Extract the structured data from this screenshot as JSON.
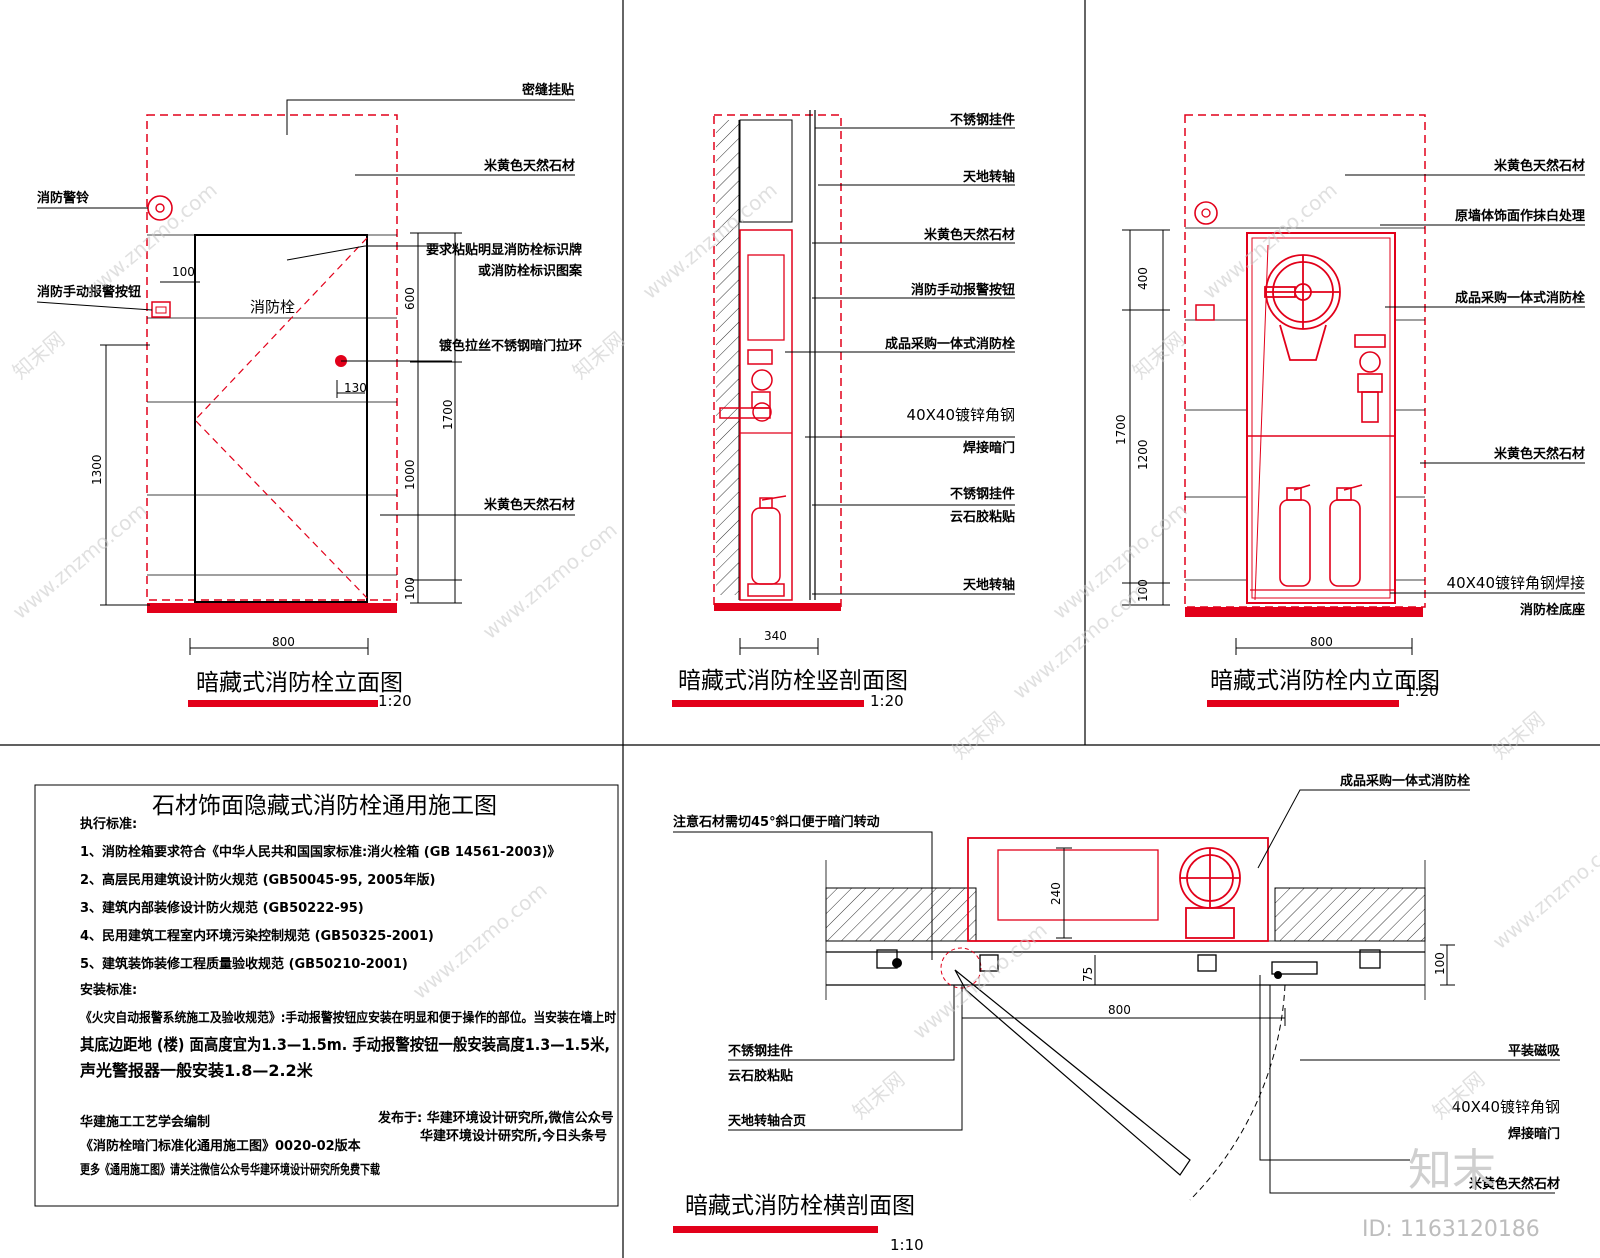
{
  "colors": {
    "accent": "#e2001a",
    "line": "#000000",
    "watermark": "#c8c8c8"
  },
  "elevation": {
    "title": "暗藏式消防栓立面图",
    "scale": "1:20",
    "labels": {
      "gap": "密缝挂贴",
      "stone": "米黄色天然石材",
      "alarm_bell": "消防警铃",
      "manual_button": "消防手动报警按钮",
      "sign_req_1": "要求粘贴明显消防栓标识牌",
      "sign_req_2": "或消防栓标识图案",
      "center": "消防栓",
      "pull_ring": "镀色拉丝不锈钢暗门拉环",
      "stone_bottom": "米黄色天然石材"
    },
    "dims": {
      "d100": "100",
      "d600": "600",
      "d130": "130",
      "d1700": "1700",
      "d1300": "1300",
      "d1000": "1000",
      "d100b": "100",
      "d800": "800"
    }
  },
  "vsection": {
    "title": "暗藏式消防栓竖剖面图",
    "scale": "1:20",
    "labels": {
      "l1": "不锈钢挂件",
      "l2": "天地转轴",
      "l3": "米黄色天然石材",
      "l4": "消防手动报警按钮",
      "l5": "成品采购一体式消防栓",
      "l6a": "40X40镀锌角钢",
      "l6b": "焊接暗门",
      "l7a": "不锈钢挂件",
      "l7b": "云石胶粘贴",
      "l8": "天地转轴"
    },
    "dims": {
      "d340": "340"
    }
  },
  "inner": {
    "title": "暗藏式消防栓内立面图",
    "scale": "1:20",
    "labels": {
      "l1": "米黄色天然石材",
      "l2": "原墙体饰面作抹白处理",
      "l3": "成品采购一体式消防栓",
      "l4": "米黄色天然石材",
      "l5a": "40X40镀锌角钢焊接",
      "l5b": "消防栓底座"
    },
    "dims": {
      "d400": "400",
      "d1700": "1700",
      "d1200": "1200",
      "d100": "100",
      "d800": "800"
    }
  },
  "notes": {
    "title": "石材饰面隐藏式消防栓通用施工图",
    "exec_head": "执行标准:",
    "items": [
      "1、消防栓箱要求符合《中华人民共和国国家标准:消火栓箱 (GB 14561-2003)》",
      "2、高层民用建筑设计防火规范 (GB50045-95, 2005年版)",
      "3、建筑内部装修设计防火规范 (GB50222-95)",
      "4、民用建筑工程室内环境污染控制规范 (GB50325-2001)",
      "5、建筑装饰装修工程质量验收规范 (GB50210-2001)"
    ],
    "install_head": "安装标准:",
    "install_1": "《火灾自动报警系统施工及验收规范》:手动报警按钮应安装在明显和便于操作的部位。当安装在墙上时",
    "install_2": "其底边距地 (楼) 面高度宜为1.3—1.5m. 手动报警按钮一般安装高度1.3—1.5米,",
    "install_3": "声光警报器一般安装1.8—2.2米",
    "footer_1": "华建施工工艺学会编制",
    "footer_2": "《消防栓暗门标准化通用施工图》0020-02版本",
    "footer_3": "更多《通用施工图》请关注微信公众号华建环境设计研究所免费下载",
    "pub_1": "发布于: 华建环境设计研究所,微信公众号",
    "pub_2": "华建环境设计研究所,今日头条号"
  },
  "hsection": {
    "title": "暗藏式消防栓横剖面图",
    "scale": "1:10",
    "labels": {
      "l1": "成品采购一体式消防栓",
      "l2": "注意石材需切45°斜口便于暗门转动",
      "l3": "不锈钢挂件",
      "l4": "云石胶粘贴",
      "l5": "天地转轴合页",
      "l6": "平装磁吸",
      "l7a": "40X40镀锌角钢",
      "l7b": "焊接暗门",
      "l8": "米黄色天然石材"
    },
    "dims": {
      "d240": "240",
      "d75": "75",
      "d100": "100",
      "d800": "800"
    }
  },
  "watermark": {
    "text": "www.znzmo.com",
    "brand": "知末网",
    "logo": "知末",
    "id": "ID: 1163120186"
  }
}
